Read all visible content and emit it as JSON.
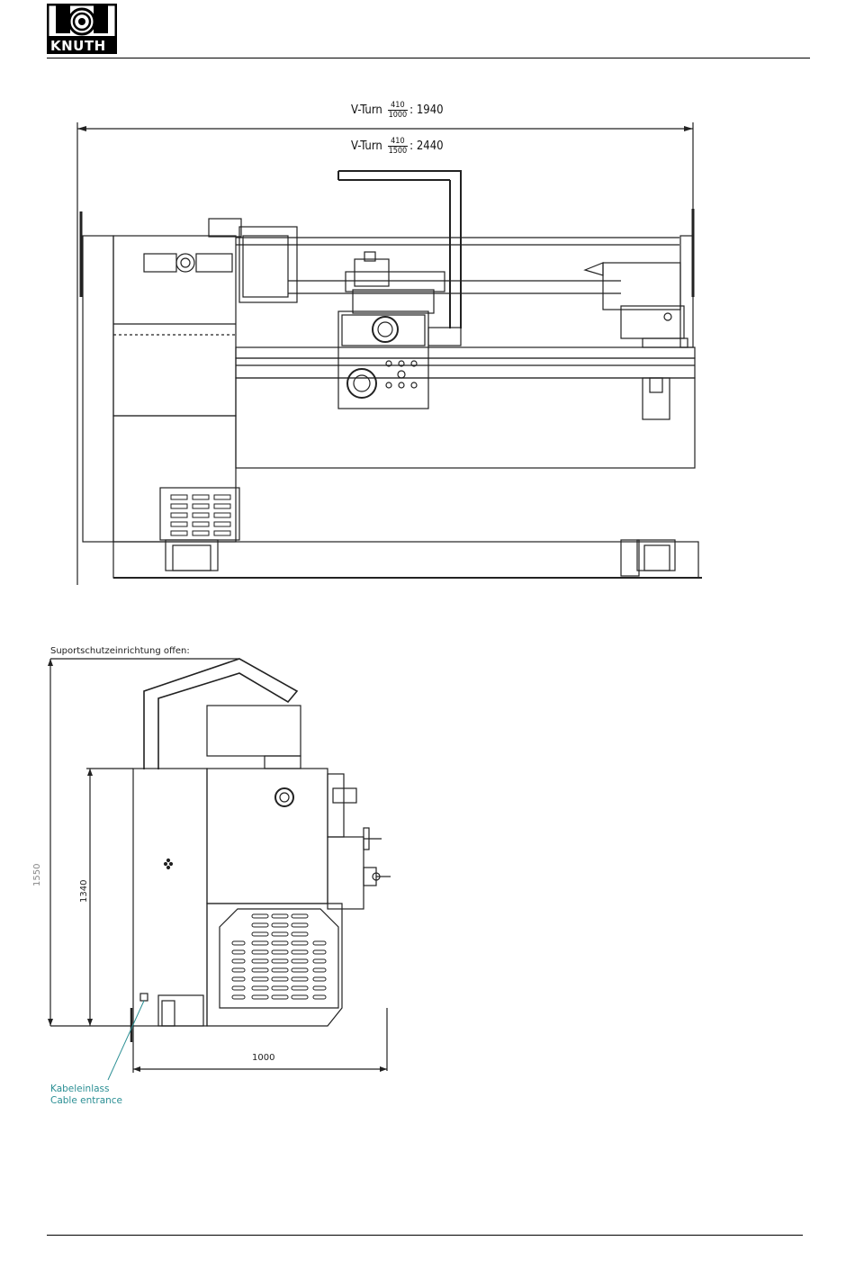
{
  "header": {
    "logo_text": "KNUTH"
  },
  "front_view": {
    "dims": [
      {
        "model": "V-Turn",
        "frac_top": "410",
        "frac_bottom": "1000",
        "value": "1940"
      },
      {
        "model": "V-Turn",
        "frac_top": "410",
        "frac_bottom": "1500",
        "value": "2440"
      }
    ]
  },
  "side_view": {
    "guard_label": "Suportschutzeinrichtung offen:",
    "height_total": "1550",
    "height_machine": "1340",
    "width": "1000",
    "cable_label_de": "Kabeleinlass",
    "cable_label_en": "Cable entrance"
  },
  "colors": {
    "line": "#222222",
    "accent_teal": "#2b8f94"
  }
}
